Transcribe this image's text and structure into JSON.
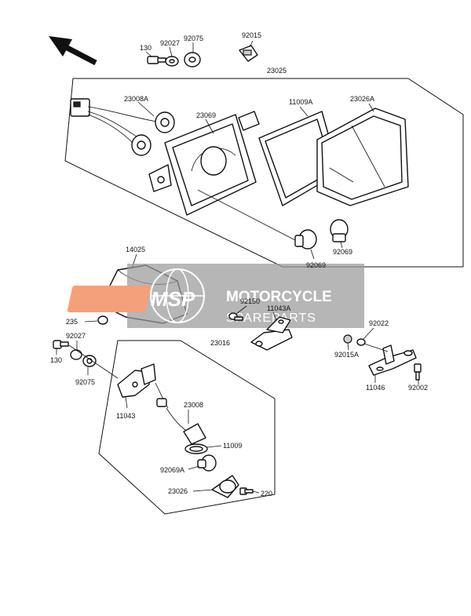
{
  "watermark": {
    "logo_text": "MSP",
    "title": "MOTORCYCLE",
    "subtitle": "SPAREPARTS",
    "logo_color": "#f4a07a",
    "band_color": "#9a9a9a"
  },
  "orientation_arrow": "front-arrow-icon",
  "parts": {
    "p130_top": "130",
    "p92027_top": "92027",
    "p92075_top": "92075",
    "p92015": "92015",
    "p23025": "23025",
    "p23008A": "23008A",
    "p23069": "23069",
    "p11009A": "11009A",
    "p23026A": "23026A",
    "p92069_right": "92069",
    "p92069_bottom": "92069",
    "p14025": "14025",
    "p92150": "92150",
    "p11043A": "11043A",
    "p235": "235",
    "p92022": "92022",
    "p92015A": "92015A",
    "p92027_mid": "92027",
    "p130_mid": "130",
    "p92075_mid": "92075",
    "p23016": "23016",
    "p11043": "11043",
    "p23008": "23008",
    "p11009": "11009",
    "p92069A": "92069A",
    "p23026": "23026",
    "p220": "220",
    "p11046": "11046",
    "p92002": "92002"
  }
}
